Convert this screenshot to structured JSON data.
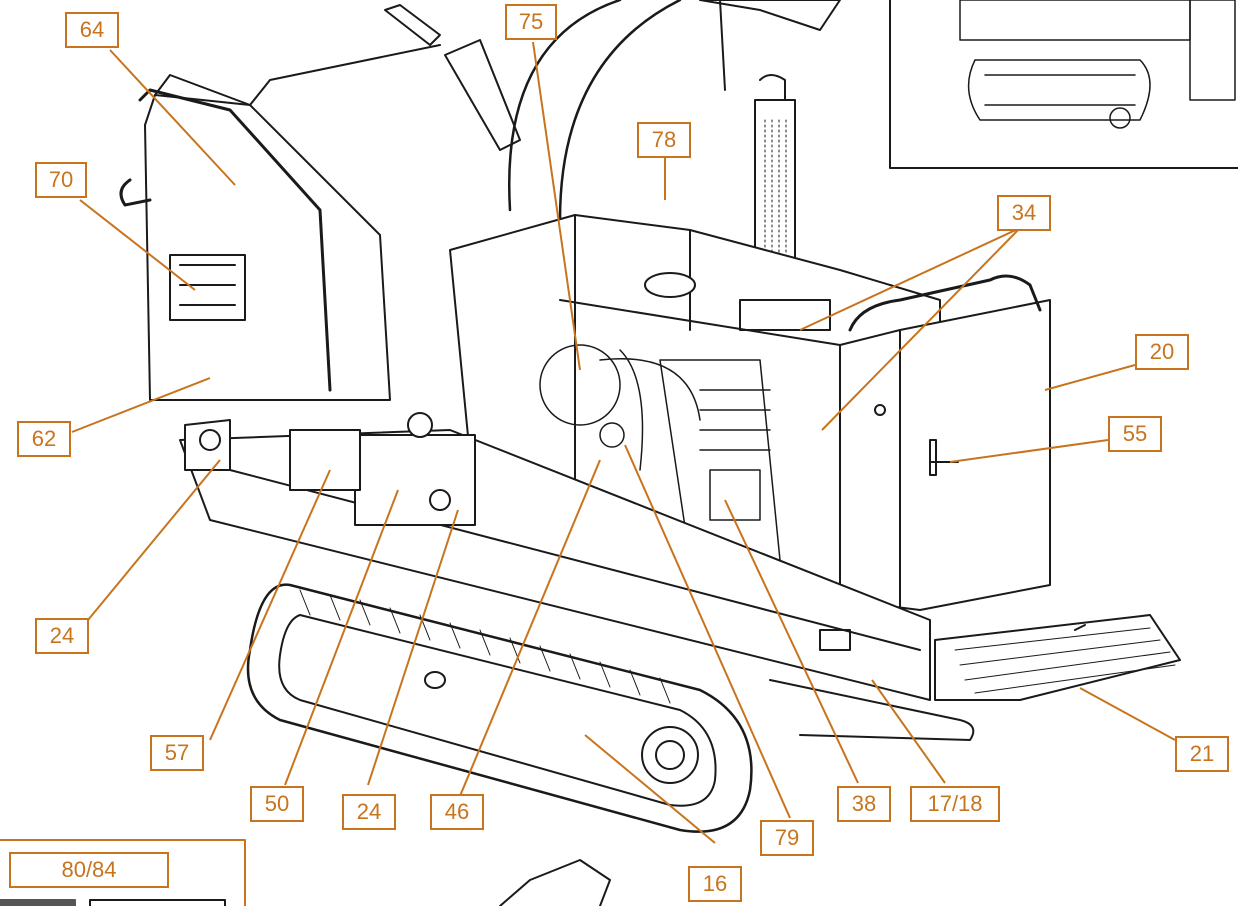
{
  "colors": {
    "accent": "#c8741e",
    "line": "#1a1a1a",
    "paper": "#ffffff",
    "dark": "#2a2a2a"
  },
  "callouts": [
    "64",
    "75",
    "78",
    "70",
    "34",
    "20",
    "55",
    "62",
    "24",
    "57",
    "50",
    "24",
    "46",
    "79",
    "38",
    "17/18",
    "21",
    "16",
    "80/84"
  ]
}
